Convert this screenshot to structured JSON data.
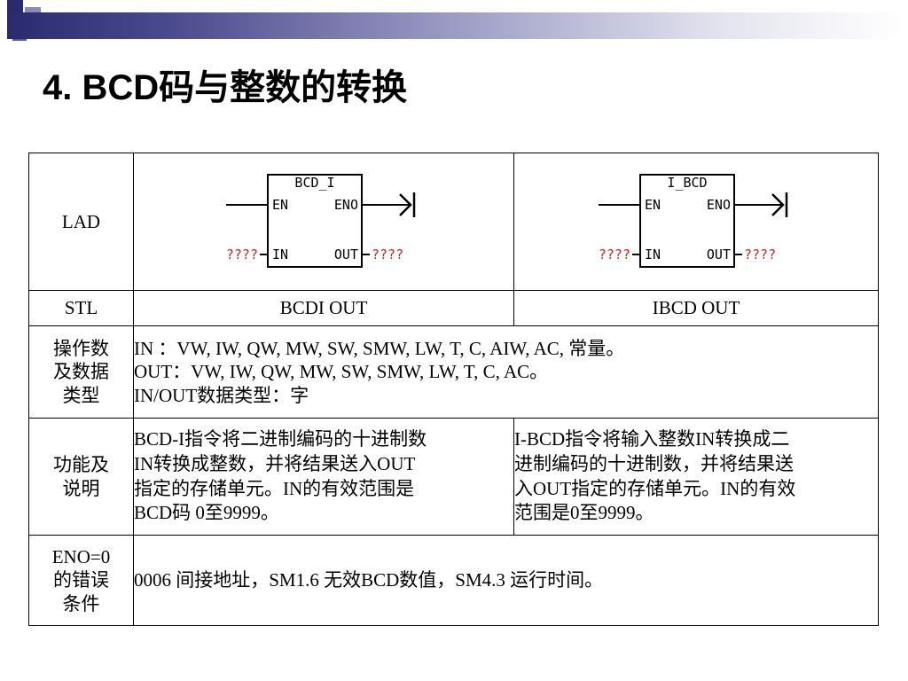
{
  "title": "4. BCD码与整数的转换",
  "table": {
    "rows": {
      "lad": {
        "label": "LAD",
        "box_left": {
          "title": "BCD_I",
          "en": "EN",
          "eno": "ENO",
          "in": "IN",
          "out": "OUT",
          "in_value": "????",
          "out_value": "????"
        },
        "box_right": {
          "title": "I_BCD",
          "en": "EN",
          "eno": "ENO",
          "in": "IN",
          "out": "OUT",
          "in_value": "????",
          "out_value": "????"
        }
      },
      "stl": {
        "label": "STL",
        "left": "BCDI OUT",
        "right": "IBCD OUT"
      },
      "operands": {
        "label_lines": [
          "操作数",
          "及数据",
          "类型"
        ],
        "lines": [
          "IN ：VW, IW, QW, MW, SW, SMW, LW, T, C, AIW, AC, 常量。",
          "OUT：VW, IW, QW, MW, SW, SMW, LW, T, C, AC。",
          "IN/OUT数据类型：字"
        ]
      },
      "function": {
        "label_lines": [
          "功能及",
          "说明"
        ],
        "left_lines": [
          "BCD-I指令将二进制编码的十进制数",
          "IN转换成整数，并将结果送入OUT",
          "指定的存储单元。IN的有效范围是",
          "BCD码 0至9999。"
        ],
        "right_lines": [
          "I-BCD指令将输入整数IN转换成二",
          "进制编码的十进制数，并将结果送",
          "入OUT指定的存储单元。IN的有效",
          "范围是0至9999。"
        ]
      },
      "eno": {
        "label_lines": [
          "ENO=0",
          "的错误",
          "条件"
        ],
        "text": "0006 间接地址，SM1.6 无效BCD数值，SM4.3 运行时间。"
      }
    }
  }
}
